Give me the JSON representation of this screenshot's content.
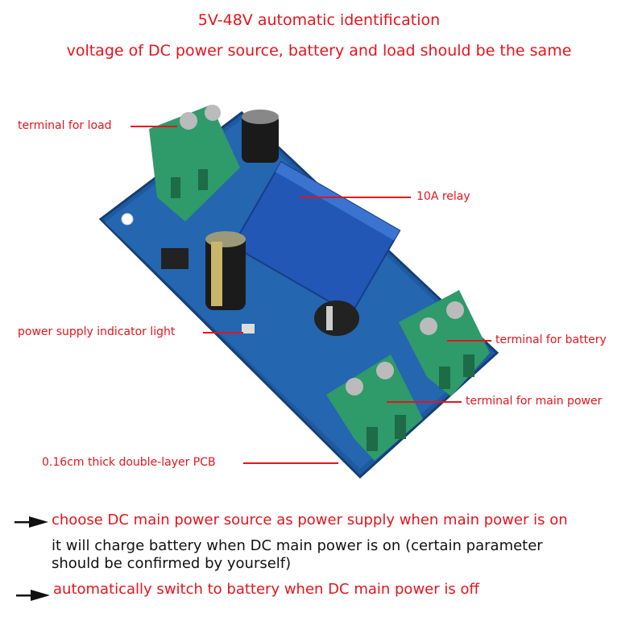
{
  "header": {
    "title_line1": "5V-48V automatic identification",
    "title_line2": "voltage of DC power source, battery and load should be the same"
  },
  "callouts": {
    "load_terminal": "terminal for load",
    "relay": "10A relay",
    "indicator_light": "power supply indicator light",
    "battery_terminal": "terminal for battery",
    "main_power_terminal": "terminal for main power",
    "pcb": "0.16cm thick double-layer PCB"
  },
  "notes": {
    "note1": "choose DC main power source as power supply when main power is on",
    "note2_line1": "it will charge battery when DC main power is on (certain parameter",
    "note2_line2": "should be confirmed by yourself)",
    "note3": "automatically switch to battery when DC main power is off"
  },
  "colors": {
    "accent_red": "#e5141c",
    "pcb_blue": "#1f5fa8",
    "terminal_green": "#2f9a6a",
    "relay_blue": "#2257b5"
  }
}
